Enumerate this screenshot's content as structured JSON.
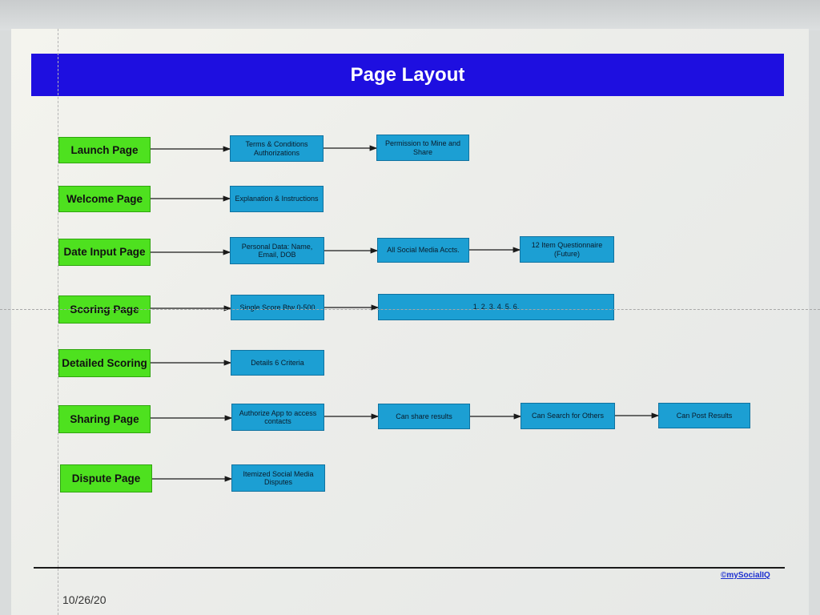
{
  "title": "Page Layout",
  "pages": [
    {
      "label": "Launch Page"
    },
    {
      "label": "Welcome Page"
    },
    {
      "label": "Date Input Page"
    },
    {
      "label": "Scoring Page"
    },
    {
      "label": "Detailed Scoring"
    },
    {
      "label": "Sharing Page"
    },
    {
      "label": "Dispute Page"
    }
  ],
  "steps": [
    {
      "text": "Terms & Conditions Authorizations"
    },
    {
      "text": "Permission to Mine and Share"
    },
    {
      "text": "Explanation & Instructions"
    },
    {
      "text": "Personal Data: Name, Email, DOB"
    },
    {
      "text": "All Social Media Accts."
    },
    {
      "text": "12 Item Questionnaire (Future)"
    },
    {
      "text": "Single Score Btw 0-500"
    },
    {
      "text": "1. 2. 3. 4. 5. 6."
    },
    {
      "text": "Details 6 Criteria"
    },
    {
      "text": "Authorize App to access contacts"
    },
    {
      "text": "Can share results"
    },
    {
      "text": "Can Search for Others"
    },
    {
      "text": "Can Post Results"
    },
    {
      "text": "Itemized Social Media Disputes"
    }
  ],
  "footer": {
    "copyright": "©mySocialIQ",
    "date": "10/26/20"
  },
  "colors": {
    "title_bar": "#1e0fe0",
    "page_box": "#4ee11f",
    "step_box": "#1c9fd3"
  }
}
